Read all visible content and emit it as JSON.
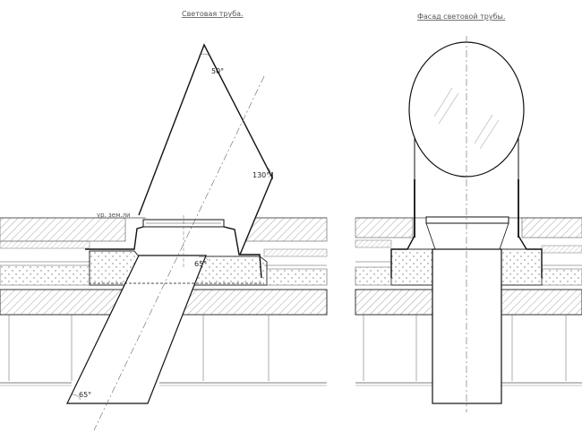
{
  "titles": {
    "left": "Световая труба.",
    "right": "Фасад световой трубы."
  },
  "annotations": {
    "angle_top": "50°",
    "angle_side": "130°",
    "angle_mid": "65°",
    "angle_bottom": "65°",
    "ground_level": "ур. зем.ли"
  },
  "colors": {
    "line": "#111111",
    "thin": "#666666",
    "hatch": "#888888",
    "dots": "#777777"
  }
}
